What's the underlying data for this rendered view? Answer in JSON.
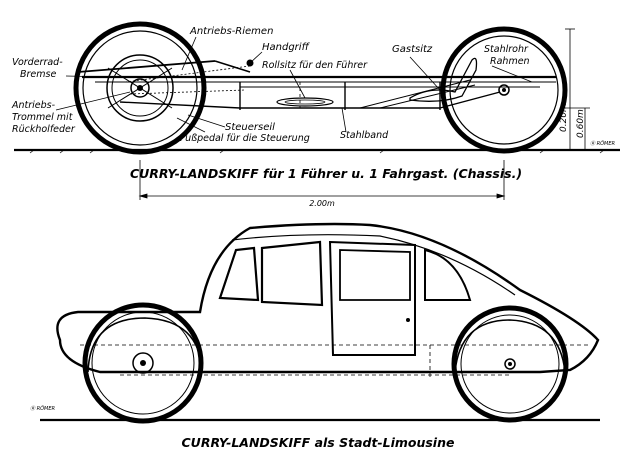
{
  "top": {
    "labels": {
      "vorderrad_bremse_1": "Vorderrad-",
      "vorderrad_bremse_2": "Bremse",
      "antriebs_riemen": "Antriebs-Riemen",
      "handgriff": "Handgriff",
      "rollsitz": "Rollsitz für den Führer",
      "gastsitz": "Gastsitz",
      "stahlrohr_1": "Stahlrohr",
      "stahlrohr_2": "Rahmen",
      "antriebs_trommel_1": "Antriebs-",
      "antriebs_trommel_2": "Trommel mit",
      "antriebs_trommel_3": "Rückholfeder",
      "steuerseil": "Steuerseil",
      "fusspedal": "Fußpedal für die Steuerung",
      "stahlband": "Stahlband",
      "height_dim": "0.20m",
      "height_dim_total": "0.60m",
      "signature": "Ⓡ RÖMER"
    },
    "caption": "CURRY-LANDSKIFF für 1 Führer u. 1 Fahrgast. (Chassis.)",
    "length_dim": "2.00m"
  },
  "bottom": {
    "caption": "CURRY-LANDSKIFF als Stadt-Limousine",
    "signature": "Ⓡ RÖMER"
  }
}
